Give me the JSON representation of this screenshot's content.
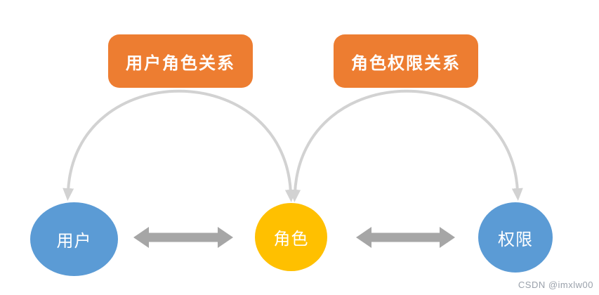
{
  "diagram": {
    "relation_labels": [
      {
        "id": "user-role",
        "text": "用户角色关系",
        "bg_color": "#ED7D31",
        "text_color": "#FFFFFF"
      },
      {
        "id": "role-permission",
        "text": "角色权限关系",
        "bg_color": "#ED7D31",
        "text_color": "#FFFFFF"
      }
    ],
    "nodes": [
      {
        "id": "user",
        "text": "用户",
        "color": "#5B9BD5",
        "text_color": "#FFFFFF"
      },
      {
        "id": "role",
        "text": "角色",
        "color": "#FFC000",
        "text_color": "#FFFFFF"
      },
      {
        "id": "permission",
        "text": "权限",
        "color": "#5B9BD5",
        "text_color": "#FFFFFF"
      }
    ],
    "connectors": {
      "arc_color": "#D2D2D2",
      "double_arrow_color": "#A6A6A6",
      "arcs": [
        {
          "from": "用户",
          "to": "角色",
          "label": "用户角色关系",
          "style": "curved, arrowheads both ends"
        },
        {
          "from": "角色",
          "to": "权限",
          "label": "角色权限关系",
          "style": "curved, arrowheads both ends"
        }
      ],
      "double_arrows": [
        {
          "between": [
            "用户",
            "角色"
          ]
        },
        {
          "between": [
            "角色",
            "权限"
          ]
        }
      ]
    },
    "background": "#FFFFFF"
  },
  "watermark": "CSDN @imxlw00"
}
